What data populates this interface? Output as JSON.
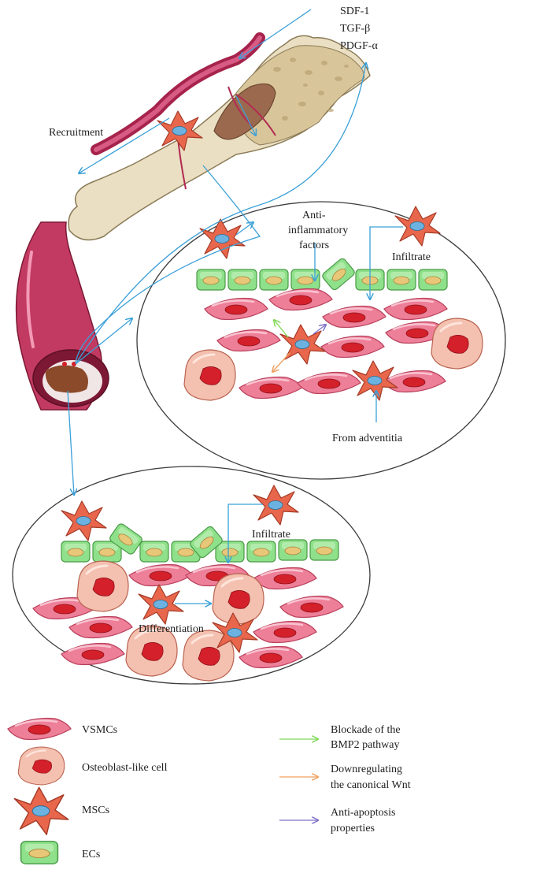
{
  "factors": {
    "line1": "SDF-1",
    "line2": "TGF-β",
    "line3": "PDGF-α"
  },
  "labels": {
    "recruitment": "Recruitment",
    "anti_line1": "Anti-",
    "anti_line2": "inflammatory",
    "anti_line3": "factors",
    "infiltrate_top": "Infiltrate",
    "from_adventitia": "From adventitia",
    "infiltrate_bottom": "Infiltrate",
    "differentiation": "Differentiation"
  },
  "legend_cells": [
    {
      "name": "vsmc",
      "label": "VSMCs"
    },
    {
      "name": "osteoblast",
      "label": "Osteoblast-like cell"
    },
    {
      "name": "msc",
      "label": "MSCs"
    },
    {
      "name": "ec",
      "label": "ECs"
    }
  ],
  "legend_arrows": [
    {
      "name": "bmp2",
      "line1": "Blockade of the",
      "line2": "BMP2 pathway",
      "color": "#7ed957"
    },
    {
      "name": "wnt",
      "line1": "Downregulating",
      "line2": "the canonical Wnt",
      "color": "#f0a060"
    },
    {
      "name": "apoptosis",
      "line1": "Anti-apoptosis",
      "line2": "properties",
      "color": "#7d6fc8"
    }
  ],
  "colors": {
    "arrow": "#3aa0d8",
    "vessel": "#c23a62",
    "vsmc": "#ee7f98",
    "nucleus": "#d4202a",
    "msc": "#e8674c",
    "msc_nucleus": "#6cb2e0",
    "ec": "#8fe08a",
    "ec_nucleus": "#e8c878",
    "bone": "#eadfc2",
    "marrow": "#9b6a4e"
  }
}
